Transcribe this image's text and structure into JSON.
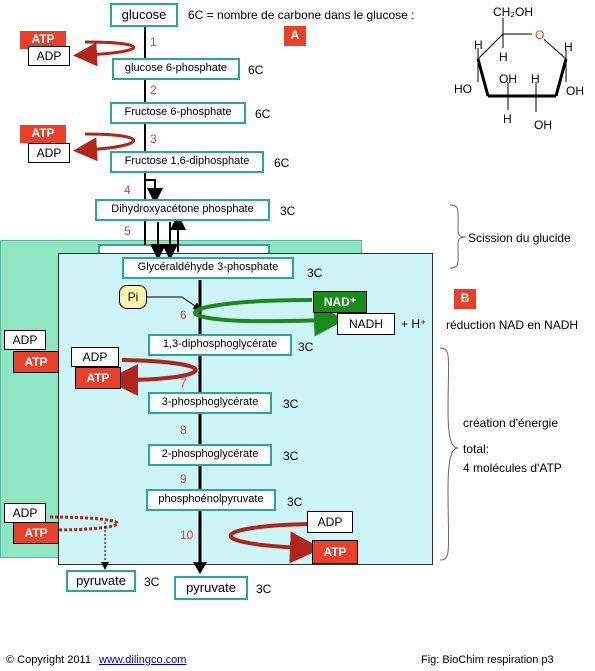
{
  "header": {
    "glucose": "glucose",
    "carbon_note": "6C = nombre de carbone dans le glucose :",
    "label_a": "A",
    "label_b": "B"
  },
  "structure": {
    "ch2oh": "CH₂OH",
    "o": "O",
    "h": "H",
    "oh": "OH",
    "ho": "HO"
  },
  "steps": [
    {
      "name": "glucose 6-phosphate",
      "carbons": "6C"
    },
    {
      "name": "Fructose 6-phosphate",
      "carbons": "6C"
    },
    {
      "name": "Fructose 1,6-diphosphate",
      "carbons": "6C"
    },
    {
      "name": "Dihydroxyacétone phosphate",
      "carbons": "3C"
    },
    {
      "name": "Glycéraldéhyde 3-phosphate",
      "carbons": "3C"
    },
    {
      "name": "1,3-diphosphoglycérate",
      "carbons": "3C"
    },
    {
      "name": "3-phosphoglycérate",
      "carbons": "3C"
    },
    {
      "name": "2-phosphoglycérate",
      "carbons": "3C"
    },
    {
      "name": "phosphoénolpyruvate",
      "carbons": "3C"
    },
    {
      "name": "pyruvate",
      "carbons": "3C"
    }
  ],
  "back_pyruvate": {
    "name": "pyruvate",
    "carbons": "3C"
  },
  "numbers": [
    "1",
    "2",
    "3",
    "4",
    "5",
    "6",
    "7",
    "8",
    "9",
    "10"
  ],
  "molecules": {
    "atp": "ATP",
    "adp": "ADP",
    "nad": "NAD⁺",
    "nadh": "NADH",
    "h_plus": "+ H⁺",
    "pi": "Pi"
  },
  "annotations": {
    "scission": "Scission du glucide",
    "reduction": "réduction NAD en NADH",
    "creation_1": "création d'énergie",
    "creation_2": "total:",
    "creation_3": "4 molécules d'ATP"
  },
  "footer": {
    "copyright": "© Copyright 2011",
    "link": "www.dilingco.com",
    "fig": "Fig: BioChim respiration p3"
  },
  "colors": {
    "teal": "#2aa6a0",
    "red": "#e8402a",
    "dark_red": "#b0261a",
    "green": "#1a8a1a",
    "back_panel": "#8fe6c4",
    "front_panel": "#cdf4f7"
  }
}
